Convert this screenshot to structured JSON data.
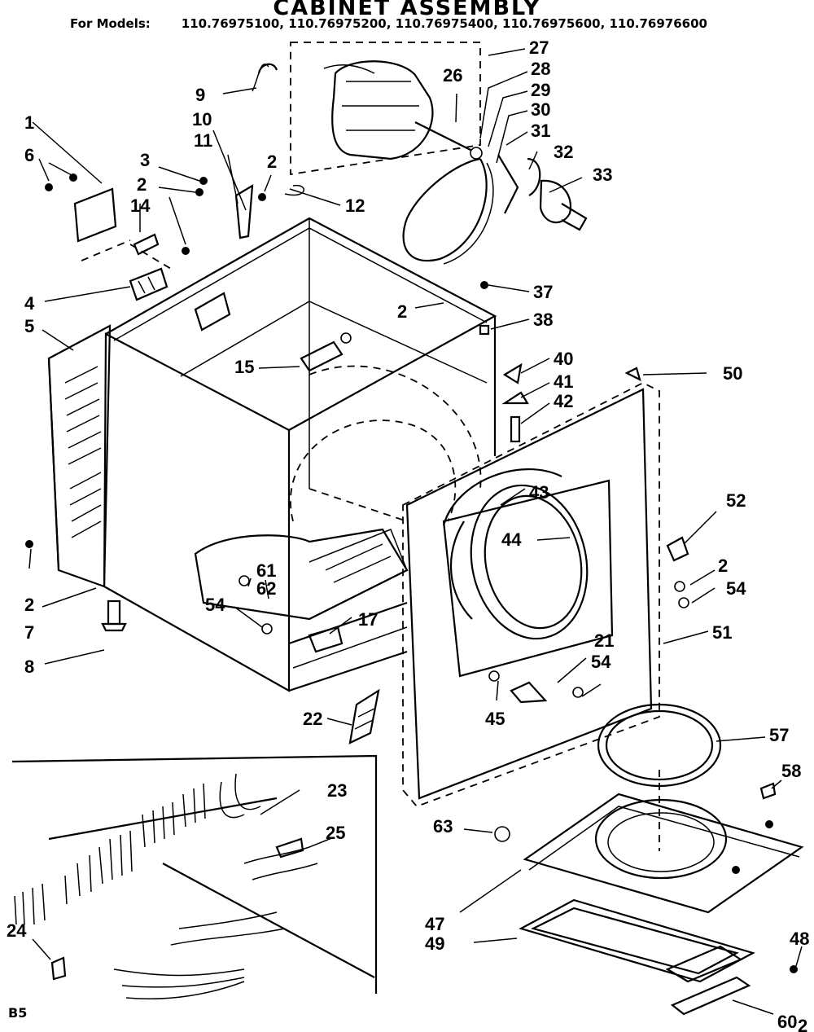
{
  "header": {
    "title": "CABINET ASSEMBLY",
    "models_label": "For Models:",
    "models": "110.76975100, 110.76975200, 110.76975400, 110.76975600, 110.76976600"
  },
  "footer": {
    "page_code": "B5"
  },
  "parts": [
    {
      "id": "p1",
      "label": "1"
    },
    {
      "id": "p2a",
      "label": "2"
    },
    {
      "id": "p2b",
      "label": "2"
    },
    {
      "id": "p2c",
      "label": "2"
    },
    {
      "id": "p2d",
      "label": "2"
    },
    {
      "id": "p2e",
      "label": "2"
    },
    {
      "id": "p2f",
      "label": "2"
    },
    {
      "id": "p3",
      "label": "3"
    },
    {
      "id": "p4",
      "label": "4"
    },
    {
      "id": "p5",
      "label": "5"
    },
    {
      "id": "p6",
      "label": "6"
    },
    {
      "id": "p7",
      "label": "7"
    },
    {
      "id": "p8",
      "label": "8"
    },
    {
      "id": "p9",
      "label": "9"
    },
    {
      "id": "p10",
      "label": "10"
    },
    {
      "id": "p11",
      "label": "11"
    },
    {
      "id": "p12",
      "label": "12"
    },
    {
      "id": "p14",
      "label": "14"
    },
    {
      "id": "p15",
      "label": "15"
    },
    {
      "id": "p17",
      "label": "17"
    },
    {
      "id": "p21",
      "label": "21"
    },
    {
      "id": "p22",
      "label": "22"
    },
    {
      "id": "p23",
      "label": "23"
    },
    {
      "id": "p24",
      "label": "24"
    },
    {
      "id": "p25",
      "label": "25"
    },
    {
      "id": "p26",
      "label": "26"
    },
    {
      "id": "p27",
      "label": "27"
    },
    {
      "id": "p28",
      "label": "28"
    },
    {
      "id": "p29",
      "label": "29"
    },
    {
      "id": "p30",
      "label": "30"
    },
    {
      "id": "p31",
      "label": "31"
    },
    {
      "id": "p32",
      "label": "32"
    },
    {
      "id": "p33",
      "label": "33"
    },
    {
      "id": "p37",
      "label": "37"
    },
    {
      "id": "p38",
      "label": "38"
    },
    {
      "id": "p40",
      "label": "40"
    },
    {
      "id": "p41",
      "label": "41"
    },
    {
      "id": "p42",
      "label": "42"
    },
    {
      "id": "p43",
      "label": "43"
    },
    {
      "id": "p44",
      "label": "44"
    },
    {
      "id": "p45",
      "label": "45"
    },
    {
      "id": "p47",
      "label": "47"
    },
    {
      "id": "p48",
      "label": "48"
    },
    {
      "id": "p49",
      "label": "49"
    },
    {
      "id": "p50",
      "label": "50"
    },
    {
      "id": "p51",
      "label": "51"
    },
    {
      "id": "p52",
      "label": "52"
    },
    {
      "id": "p54a",
      "label": "54"
    },
    {
      "id": "p54b",
      "label": "54"
    },
    {
      "id": "p54c",
      "label": "54"
    },
    {
      "id": "p57",
      "label": "57"
    },
    {
      "id": "p58",
      "label": "58"
    },
    {
      "id": "p60",
      "label": "60"
    },
    {
      "id": "p61",
      "label": "61"
    },
    {
      "id": "p62",
      "label": "62"
    },
    {
      "id": "p63",
      "label": "63"
    }
  ]
}
